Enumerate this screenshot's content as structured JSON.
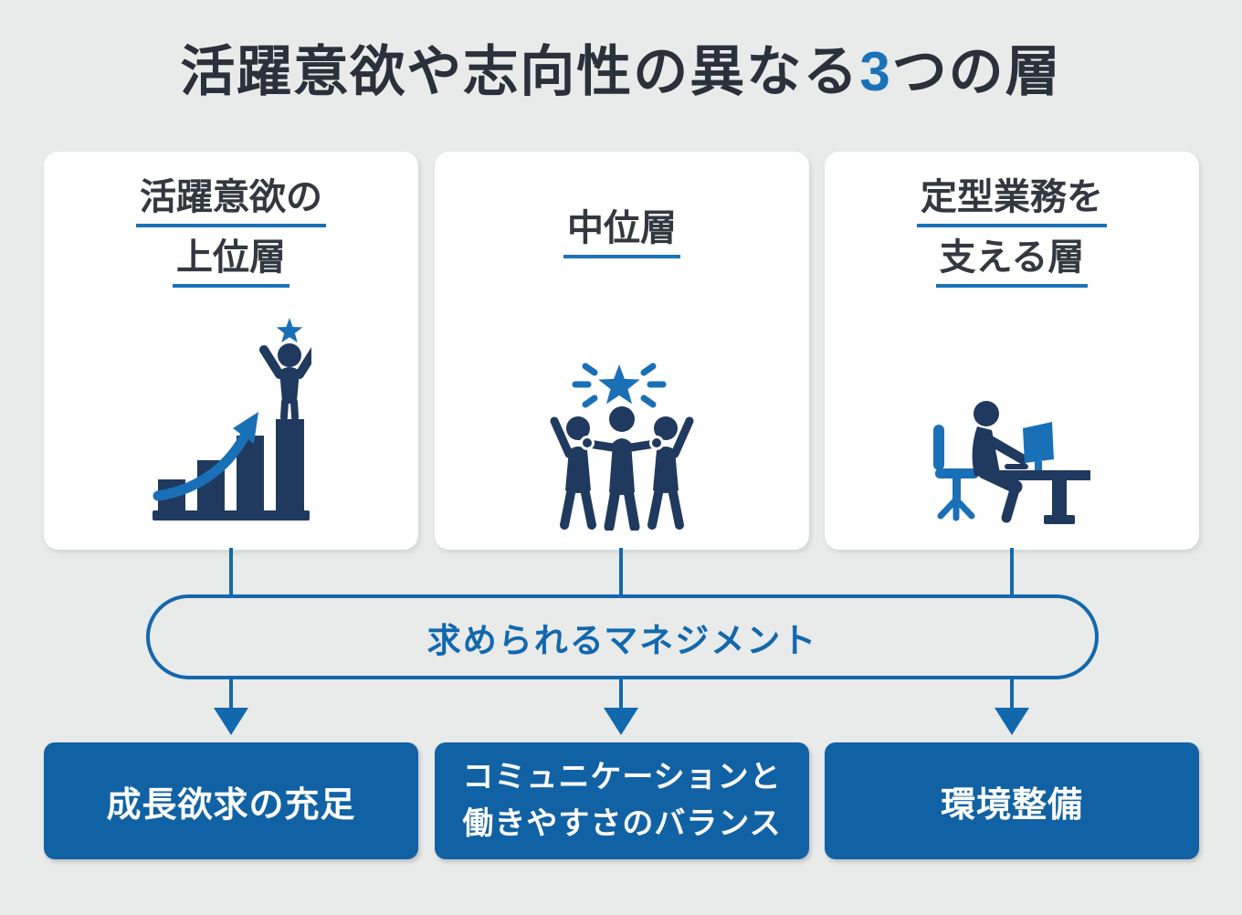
{
  "title": {
    "prefix": "活躍意欲や志向性の異なる",
    "highlight": "3",
    "suffix": "つの層"
  },
  "cards": [
    {
      "heading_lines": [
        "活躍意欲の",
        "上位層"
      ],
      "icon": "growth-chart-icon"
    },
    {
      "heading_lines": [
        "中位層"
      ],
      "icon": "team-celebration-icon"
    },
    {
      "heading_lines": [
        "定型業務を",
        "支える層"
      ],
      "icon": "desk-work-icon"
    }
  ],
  "management_pill": {
    "label": "求められるマネジメント"
  },
  "outcomes": [
    {
      "lines": [
        "成長欲求の充足"
      ]
    },
    {
      "lines": [
        "コミュニケーションと",
        "働きやすさのバランス"
      ]
    },
    {
      "lines": [
        "環境整備"
      ]
    }
  ],
  "colors": {
    "background": "#e9eaea",
    "card_bg": "#ffffff",
    "title_text": "#2b313b",
    "heading_text": "#333840",
    "accent_blue": "#1a72b8",
    "line_blue": "#1268ad",
    "outcome_box_blue": "#1162a4",
    "icon_navy": "#20395e",
    "outcome_text": "#ffffff"
  }
}
